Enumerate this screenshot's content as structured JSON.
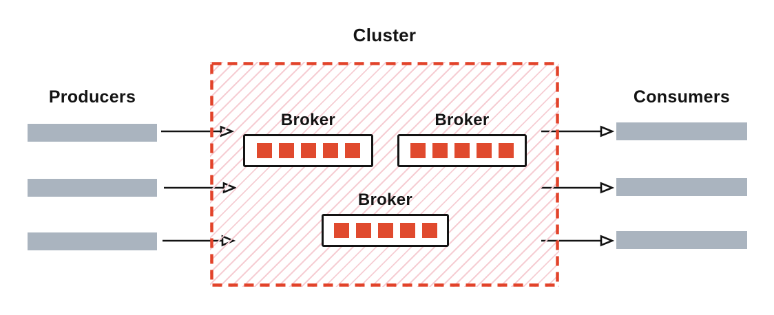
{
  "cluster": {
    "label": "Cluster",
    "brokers": [
      {
        "label": "Broker",
        "partitions": 5
      },
      {
        "label": "Broker",
        "partitions": 5
      },
      {
        "label": "Broker",
        "partitions": 5
      }
    ]
  },
  "producers": {
    "label": "Producers",
    "count": 3
  },
  "consumers": {
    "label": "Consumers",
    "count": 3
  },
  "colors": {
    "accent_red": "#E2432A",
    "partition_red": "#E04A2E",
    "bar_gray": "#AAB4BF",
    "hatch_pink": "#F6CDD3",
    "ink": "#131313"
  }
}
